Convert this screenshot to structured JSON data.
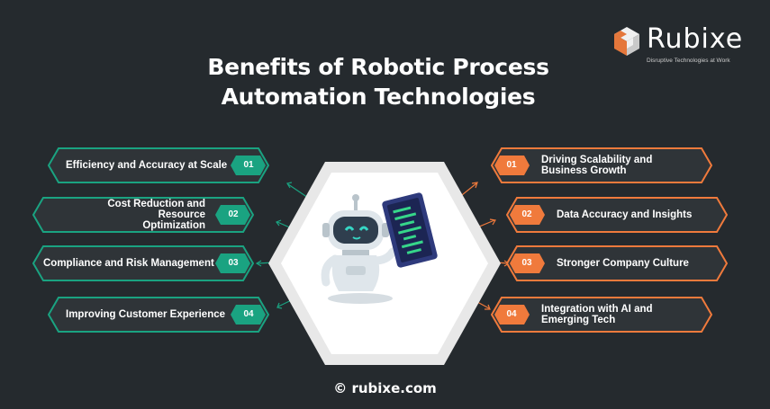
{
  "title_line1": "Benefits of Robotic Process",
  "title_line2": "Automation Technologies",
  "logo": {
    "name": "Rubixe",
    "tagline": "Disruptive Technologies at Work"
  },
  "left_items": [
    {
      "num": "01",
      "line1": "Efficiency and Accuracy at Scale",
      "line2": ""
    },
    {
      "num": "02",
      "line1": "Cost Reduction and Resource",
      "line2": "Optimization"
    },
    {
      "num": "03",
      "line1": "Compliance and Risk Management",
      "line2": ""
    },
    {
      "num": "04",
      "line1": "Improving Customer Experience",
      "line2": ""
    }
  ],
  "right_items": [
    {
      "num": "01",
      "line1": "Driving Scalability and",
      "line2": "Business Growth"
    },
    {
      "num": "02",
      "line1": "Data Accuracy and Insights",
      "line2": ""
    },
    {
      "num": "03",
      "line1": "Stronger Company Culture",
      "line2": ""
    },
    {
      "num": "04",
      "line1": "Integration with AI and",
      "line2": "Emerging Tech"
    }
  ],
  "footer": "© rubixe.com",
  "colors": {
    "green": "#1aa381",
    "orange": "#f07a3c",
    "bg": "#252a2e"
  },
  "icons": [
    "robot-icon",
    "tablet-icon",
    "logo-cube-icon"
  ]
}
